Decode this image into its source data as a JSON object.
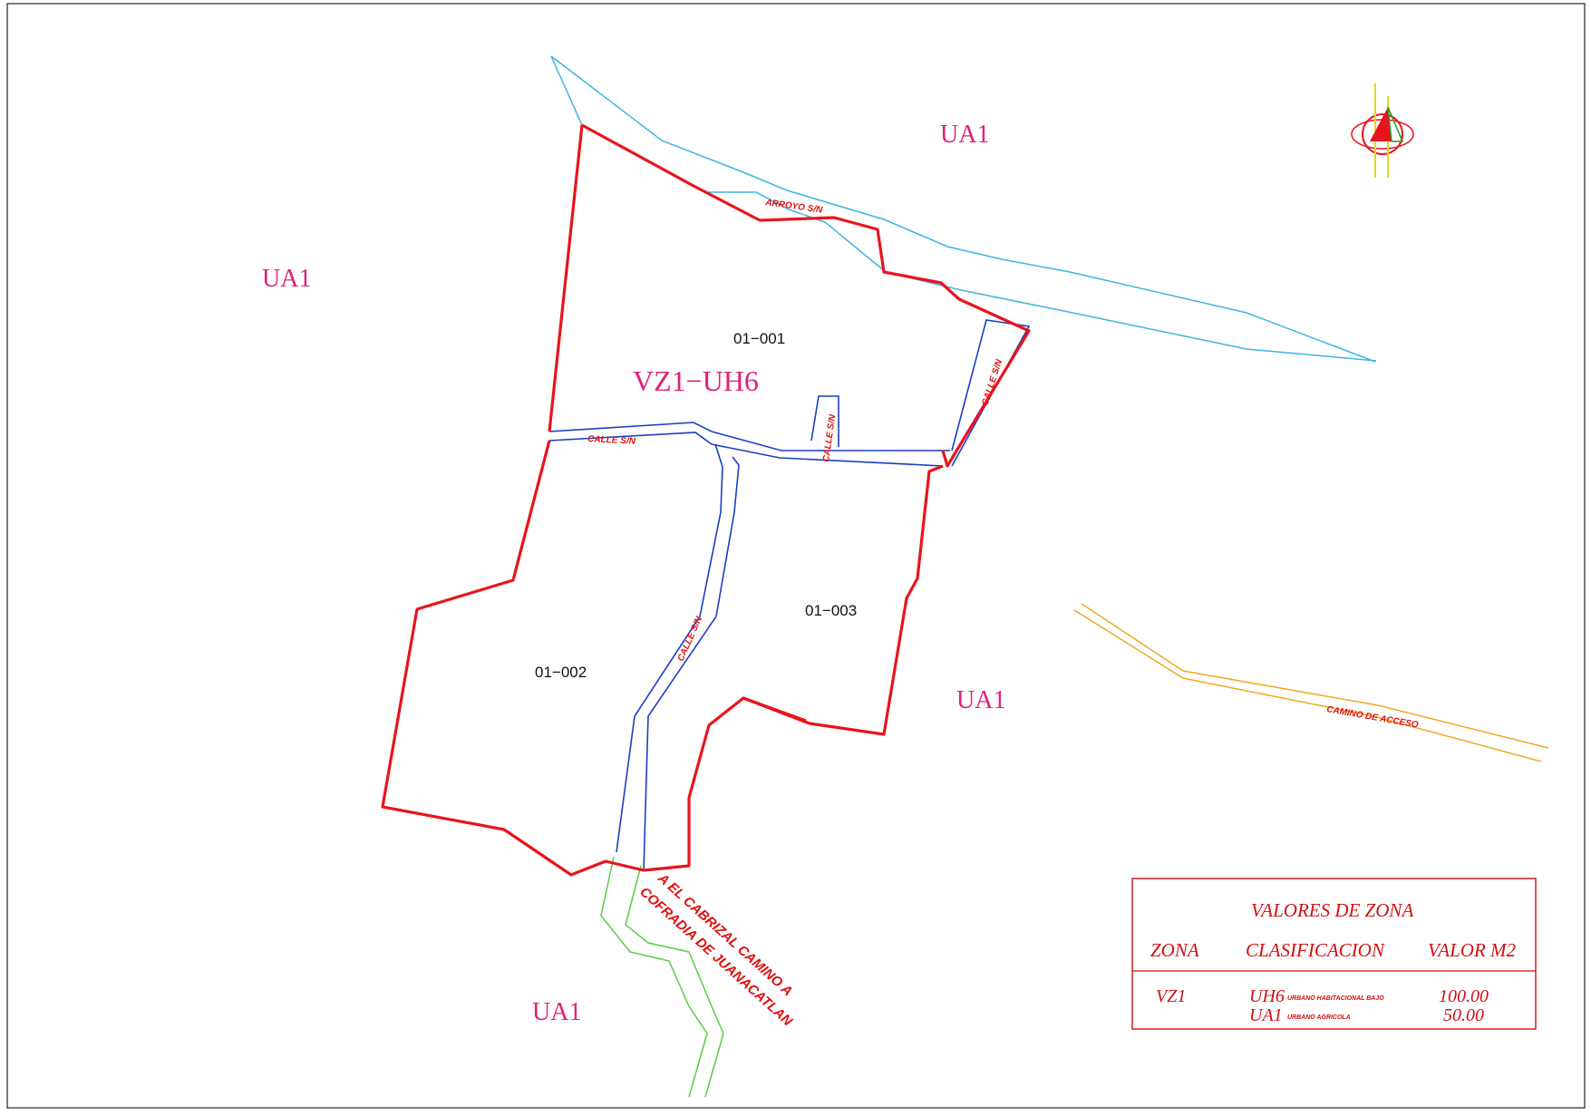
{
  "zones": {
    "ua1_north": "UA1",
    "ua1_west": "UA1",
    "ua1_east": "UA1",
    "ua1_south": "UA1",
    "vz1_uh6": "VZ1−UH6"
  },
  "parcels": {
    "p001": "01−001",
    "p002": "01−002",
    "p003": "01−003"
  },
  "streets": {
    "arroyo": "ARROYO S/N",
    "calle_west": "CALLE S/N",
    "calle_north": "CALLE S/N",
    "calle_east": "CALLE S/N",
    "calle_south": "CALLE S/N",
    "camino_acceso": "CAMINO DE ACCESO",
    "camino_line1": "A EL CABRIZAL CAMINO A",
    "camino_line2": "COFRADIA DE JUANACATLAN"
  },
  "legend": {
    "title": "VALORES DE ZONA",
    "headers": {
      "zona": "ZONA",
      "clasificacion": "CLASIFICACION",
      "valor": "VALOR M2"
    },
    "rows": [
      {
        "zona": "VZ1",
        "code": "UH6",
        "desc": "URBANO HABITACIONAL BAJO",
        "valor": "100.00"
      },
      {
        "zona": "",
        "code": "UA1",
        "desc": "URBANO AGRICOLA",
        "valor": "50.00"
      }
    ]
  },
  "colors": {
    "boundary": "#e8141c",
    "street": "#1a3fc4",
    "arroyo": "#3fb4e0",
    "camino_acceso": "#f0a820",
    "camino_south": "#5cc94a",
    "zone_text": "#e0207a"
  },
  "icons": {
    "north_arrow": "north-arrow-icon"
  }
}
